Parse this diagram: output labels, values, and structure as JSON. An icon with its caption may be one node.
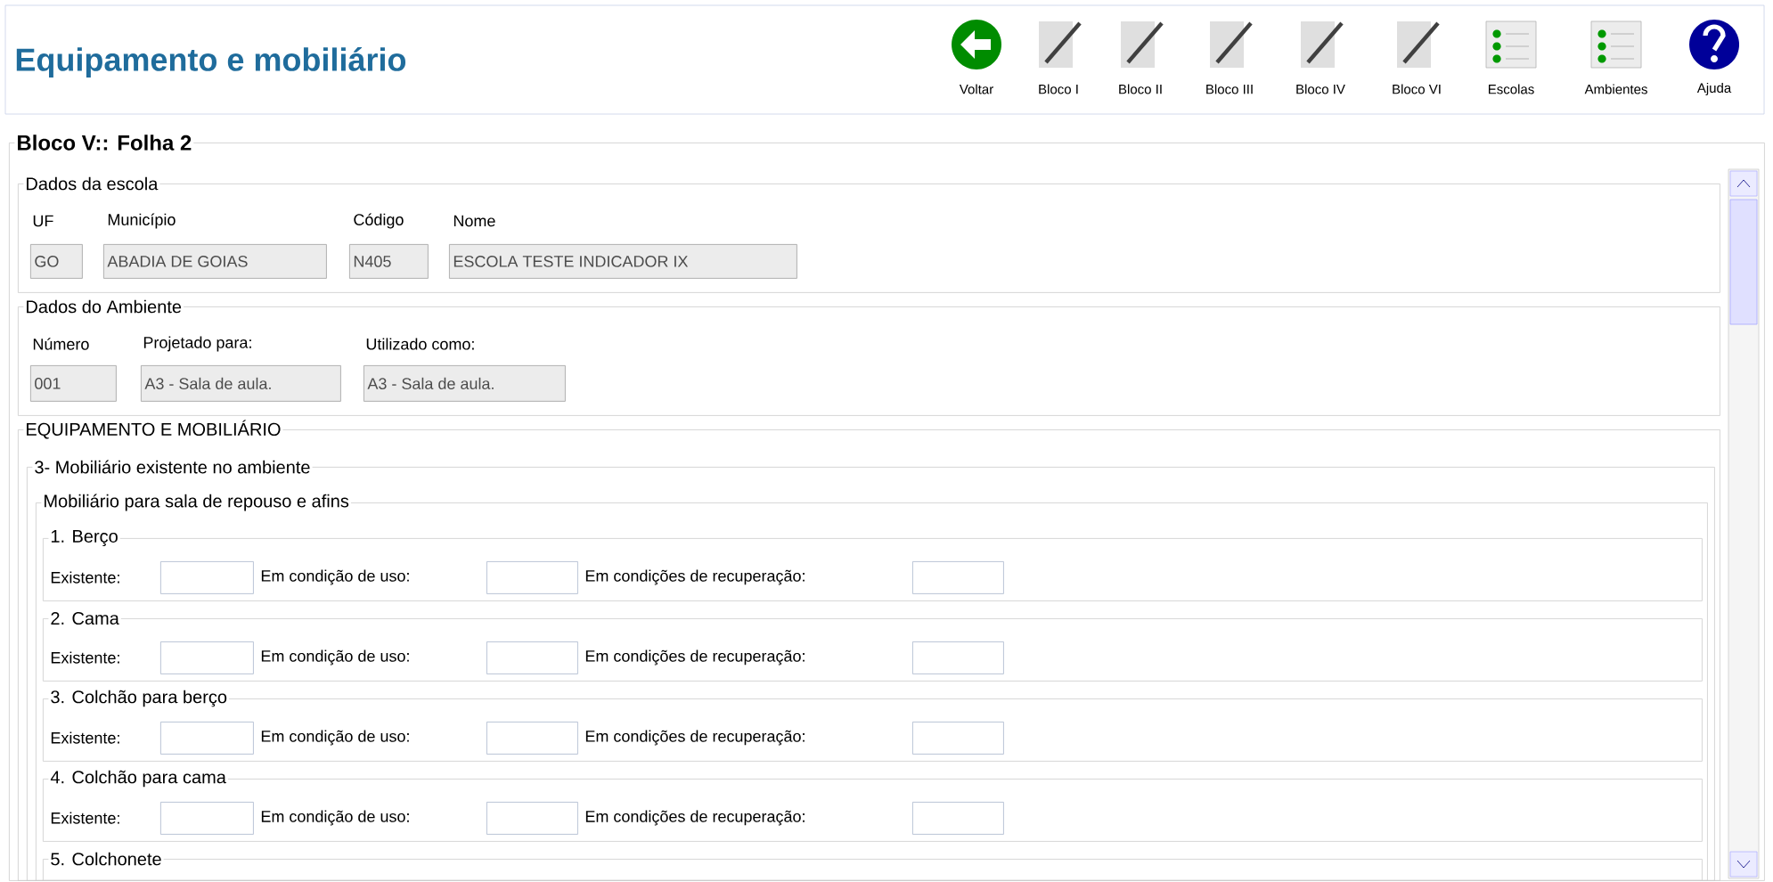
{
  "diagram": {
    "title": "Equipamento e mobiliário",
    "nodes": [
      {
        "text": [
          "Bloco V:: Folha 2"
        ]
      },
      {
        "text": [
          "Dados da escola",
          "UF",
          "Município",
          "Código",
          "Nome"
        ],
        "in": 0
      },
      {
        "text": [
          "GO"
        ],
        "in": 1
      },
      {
        "text": [
          "ABADIA DE GOIAS"
        ],
        "in": 1
      },
      {
        "text": [
          "N405"
        ],
        "in": 1
      },
      {
        "text": [
          "ESCOLA TESTE INDICADOR IX"
        ],
        "in": 1
      },
      {
        "text": [
          "Dados do Ambiente",
          "Número",
          "Projetado para:",
          "Utilizado como:"
        ],
        "in": 0
      },
      {
        "text": [
          "001"
        ],
        "in": 6
      },
      {
        "text": [
          "A3 - Sala de aula."
        ],
        "in": 6
      },
      {
        "text": [
          "A3 - Sala de aula."
        ],
        "in": 6
      },
      {
        "text": [
          "EQUIPAMENTO E MOBILIÁRIO"
        ],
        "in": 0
      },
      {
        "text": [
          "3- Mobiliário existente no ambiente"
        ],
        "in": 10
      },
      {
        "text": [
          "Mobiliário para sala de repouso e afins"
        ],
        "in": 11
      },
      {
        "text": [
          "1. Berço",
          "Existente:",
          "Em condição de uso:",
          "Em condições de recuperação:"
        ],
        "in": 12
      },
      {
        "text": [],
        "shape": "box",
        "in": 13
      },
      {
        "text": [],
        "shape": "box",
        "in": 13
      },
      {
        "text": [],
        "shape": "box",
        "in": 13
      },
      {
        "text": [
          "2. Cama",
          "Existente:",
          "Em condição de uso:",
          "Em condições de recuperação:"
        ],
        "in": 12
      },
      {
        "text": [],
        "shape": "box",
        "in": 17
      },
      {
        "text": [],
        "shape": "box",
        "in": 17
      },
      {
        "text": [],
        "shape": "box",
        "in": 17
      },
      {
        "text": [
          "3. Colchão para berço",
          "Existente:",
          "Em condição de uso:",
          "Em condições de recuperação:"
        ],
        "in": 12
      },
      {
        "text": [],
        "shape": "box",
        "in": 21
      },
      {
        "text": [],
        "shape": "box",
        "in": 21
      },
      {
        "text": [],
        "shape": "box",
        "in": 21
      },
      {
        "text": [
          "4. Colchão para cama",
          "Existente:",
          "Em condição de uso:",
          "Em condições de recuperação:"
        ],
        "in": 12
      },
      {
        "text": [],
        "shape": "box",
        "in": 25
      },
      {
        "text": [],
        "shape": "box",
        "in": 25
      },
      {
        "text": [],
        "shape": "box",
        "in": 25
      },
      {
        "text": [
          "5. Colchonete"
        ],
        "in": 12
      }
    ],
    "labels": [
      "Voltar",
      "Bloco I",
      "Bloco II",
      "Bloco III",
      "Bloco IV",
      "Bloco VI",
      "Escolas",
      "Ambientes",
      "Ajuda"
    ]
  }
}
